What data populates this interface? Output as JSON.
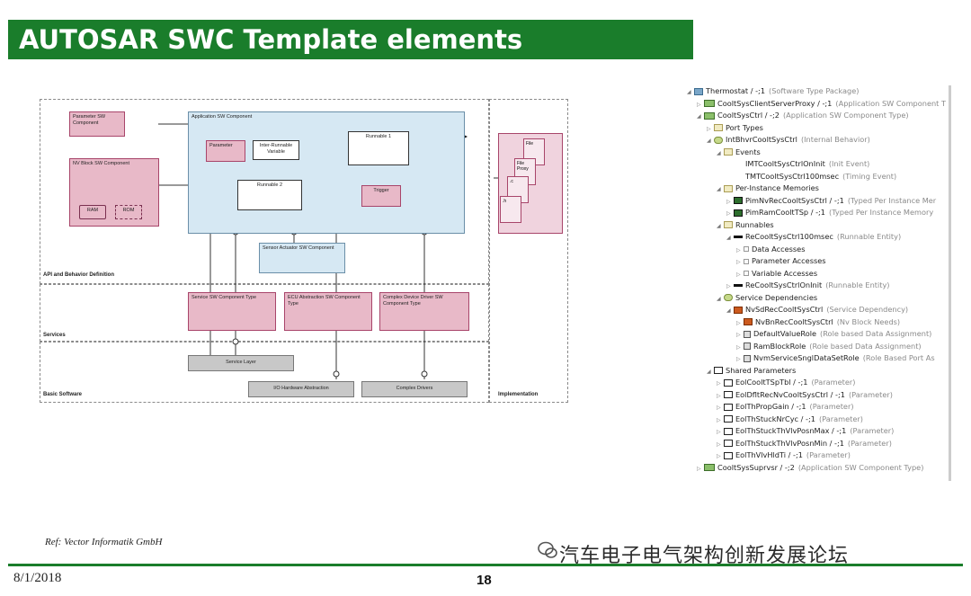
{
  "slide": {
    "title": "AUTOSAR SWC Template elements",
    "reference": "Ref: Vector Informatik GmbH",
    "watermark": "汽车电子电气架构创新发展论坛",
    "date": "8/1/2018",
    "page_number": "18",
    "accent_color": "#1a7d2b"
  },
  "diagram": {
    "zones": {
      "api_behavior": "API and Behavior Definition",
      "services": "Services",
      "basic_software": "Basic Software",
      "implementation": "Implementation"
    },
    "boxes": {
      "parameter_swc": "Parameter SW Component",
      "nv_block_swc": "NV Block SW Component",
      "ram": "RAM",
      "rom": "ROM",
      "application_swc": "Application SW Component",
      "parameter": "Parameter",
      "inter_runnable": "Inter-Runnable Variable",
      "runnable_1": "Runnable 1",
      "runnable_2": "Runnable 2",
      "trigger": "Trigger",
      "sensor_actuator": "Sensor Actuator SW Component",
      "service_swc": "Service SW Component Type",
      "ecu_abstraction": "ECU Abstraction SW Component Type",
      "complex_device": "Complex Device Driver SW Component Type",
      "service_layer": "Service Layer",
      "io_hw": "I/O Hardware Abstraction",
      "complex_drivers": "Complex Drivers"
    },
    "files": {
      "file": "File",
      "file_proxy": "File Proxy",
      "c": ".c",
      "h": ".h"
    }
  },
  "tree": [
    {
      "level": 0,
      "expander": "◢",
      "icon": "pkg",
      "label": "Thermostat / -;1",
      "note": "(Software Type Package)"
    },
    {
      "level": 1,
      "expander": "▷",
      "icon": "comp",
      "label": "CooltSysClientServerProxy / -;1",
      "note": "(Application SW Component T"
    },
    {
      "level": 1,
      "expander": "◢",
      "icon": "comp",
      "label": "CooltSysCtrl / -;2",
      "note": "(Application SW Component Type)"
    },
    {
      "level": 2,
      "expander": "▷",
      "icon": "folder",
      "label": "Port Types",
      "note": ""
    },
    {
      "level": 2,
      "expander": "◢",
      "icon": "beh",
      "label": "IntBhvrCooltSysCtrl",
      "note": "(Internal Behavior)"
    },
    {
      "level": 3,
      "expander": "◢",
      "icon": "folder",
      "label": "Events",
      "note": ""
    },
    {
      "level": 4,
      "expander": "",
      "icon": "ev",
      "label": "IMTCooltSysCtrlOnInit",
      "note": "(Init Event)"
    },
    {
      "level": 4,
      "expander": "",
      "icon": "ev",
      "label": "TMTCooltSysCtrl100msec",
      "note": "(Timing Event)"
    },
    {
      "level": 3,
      "expander": "◢",
      "icon": "folder",
      "label": "Per-Instance Memories",
      "note": ""
    },
    {
      "level": 4,
      "expander": "▷",
      "icon": "mem",
      "label": "PimNvRecCooltSysCtrl / -;1",
      "note": "(Typed Per Instance Mer"
    },
    {
      "level": 4,
      "expander": "▷",
      "icon": "mem",
      "label": "PimRamCooltTSp / -;1",
      "note": "(Typed Per Instance Memory"
    },
    {
      "level": 3,
      "expander": "◢",
      "icon": "folder",
      "label": "Runnables",
      "note": ""
    },
    {
      "level": 4,
      "expander": "◢",
      "icon": "run",
      "label": "ReCooltSysCtrl100msec",
      "note": "(Runnable Entity)"
    },
    {
      "level": 5,
      "expander": "▷",
      "icon": "small",
      "label": "Data Accesses",
      "note": ""
    },
    {
      "level": 5,
      "expander": "▷",
      "icon": "small",
      "label": "Parameter Accesses",
      "note": ""
    },
    {
      "level": 5,
      "expander": "▷",
      "icon": "small",
      "label": "Variable Accesses",
      "note": ""
    },
    {
      "level": 4,
      "expander": "▷",
      "icon": "run",
      "label": "ReCooltSysCtrlOnInit",
      "note": "(Runnable Entity)"
    },
    {
      "level": 3,
      "expander": "◢",
      "icon": "beh",
      "label": "Service Dependencies",
      "note": ""
    },
    {
      "level": 4,
      "expander": "◢",
      "icon": "svc",
      "label": "NvSdRecCooltSysCtrl",
      "note": "(Service Dependency)"
    },
    {
      "level": 5,
      "expander": "▷",
      "icon": "svc",
      "label": "NvBnRecCooltSysCtrl",
      "note": "(Nv Block Needs)"
    },
    {
      "level": 5,
      "expander": "▷",
      "icon": "role",
      "label": "DefaultValueRole",
      "note": "(Role based Data Assignment)"
    },
    {
      "level": 5,
      "expander": "▷",
      "icon": "role",
      "label": "RamBlockRole",
      "note": "(Role based Data Assignment)"
    },
    {
      "level": 5,
      "expander": "▷",
      "icon": "role",
      "label": "NvmServiceSnglDataSetRole",
      "note": "(Role Based Port As"
    },
    {
      "level": 2,
      "expander": "◢",
      "icon": "par",
      "label": "Shared Parameters",
      "note": ""
    },
    {
      "level": 3,
      "expander": "▷",
      "icon": "par",
      "label": "EolCooltTSpTbl / -;1",
      "note": "(Parameter)"
    },
    {
      "level": 3,
      "expander": "▷",
      "icon": "par",
      "label": "EolDfltRecNvCooltSysCtrl / -;1",
      "note": "(Parameter)"
    },
    {
      "level": 3,
      "expander": "▷",
      "icon": "par",
      "label": "EolThPropGain / -;1",
      "note": "(Parameter)"
    },
    {
      "level": 3,
      "expander": "▷",
      "icon": "par",
      "label": "EolThStuckNrCyc / -;1",
      "note": "(Parameter)"
    },
    {
      "level": 3,
      "expander": "▷",
      "icon": "par",
      "label": "EolThStuckThVlvPosnMax / -;1",
      "note": "(Parameter)"
    },
    {
      "level": 3,
      "expander": "▷",
      "icon": "par",
      "label": "EolThStuckThVlvPosnMin / -;1",
      "note": "(Parameter)"
    },
    {
      "level": 3,
      "expander": "▷",
      "icon": "par",
      "label": "EolThVlvHldTi / -;1",
      "note": "(Parameter)"
    },
    {
      "level": 1,
      "expander": "▷",
      "icon": "comp",
      "label": "CooltSysSuprvsr / -;2",
      "note": "(Application SW Component Type)"
    }
  ]
}
